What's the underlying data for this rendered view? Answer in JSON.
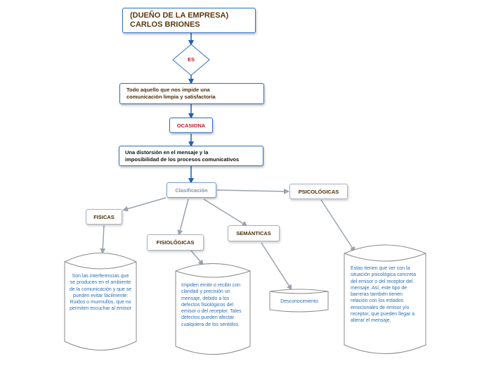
{
  "diagram": {
    "title_lines": "(DUEÑO DE LA EMPRESA)\nCARLOS BRIONES",
    "es": "ES",
    "definition": "Todo aquello que nos impide una\ncomunicación limpia y satisfactoria",
    "ocasiona": "OCASIONA",
    "consequence": "Una distorsión en el mensaje y la\nimposibilidad de los procesos comunicativos",
    "clasificacion": "Clasificación",
    "categories": {
      "fisicas": "FISICAS",
      "fisiologicas": "FISIOLÓGICAS",
      "semanticas": "SEMÁNTICAS",
      "psicologicas": "PSICOLÓGICAS"
    },
    "descriptions": {
      "fisicas": "Son las interferencias que se producen en el ambiente de la comunicación y que se pueden evitar fácilmente: Ruidos o murmullos, que no permiten escuchar al emisor",
      "fisiologicas": "Impiden emitir o recibir con claridad y precisión un mensaje, debido a los defectos fisiológicos del emisor o del receptor. Tales defectos pueden afectar cualquiera de los sentidos.",
      "semanticas": "Desconocimiento",
      "psicologicas": "Estas tienen que ver con la situación psicológica concreta del emisor o del receptor del mensaje. Así, este tipo de barreras también tienen relación con los estados emocionales de emisor y/o receptor, que pueden llegar a alterar el mensaje."
    }
  },
  "colors": {
    "primary_border": "#2f6ebf",
    "arrow_blue": "#1f5fbf",
    "arrow_gray": "#9aa3ad",
    "title_text": "#5a3a12",
    "red_text": "#c0162f",
    "desc_text": "#2b6fb3"
  }
}
